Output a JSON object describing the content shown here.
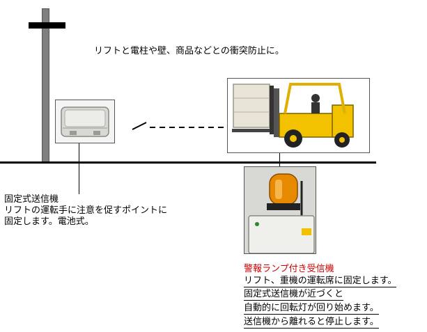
{
  "headline": "リフトと電柱や壁、商品などとの衝突防止に。",
  "transmitter": {
    "title": "固定式送信機",
    "line1": "リフトの運転手に注意を促すポイントに",
    "line2": "固定します。電池式。"
  },
  "receiver": {
    "title": "警報ランプ付き受信機",
    "line1": "リフト、重機の運転席に固定します。",
    "line2": "固定式送信機が近づくと",
    "line3": "自動的に回転灯が回り始めます。",
    "line4": "送信機から離れると停止します。"
  },
  "colors": {
    "title_red": "#d40000",
    "forklift_yellow": "#f2c200",
    "lamp_orange": "#e88a00",
    "pole_gray": "#7f7f7f"
  }
}
